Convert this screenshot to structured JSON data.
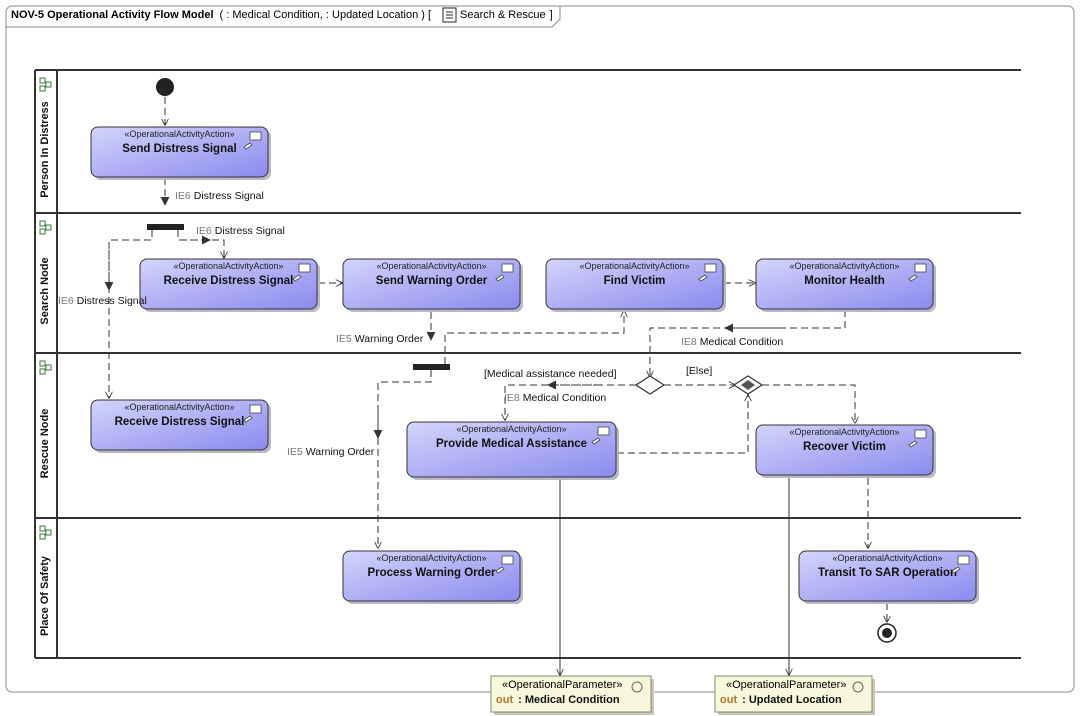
{
  "frame": {
    "title": "NOV-5 Operational Activity Flow Model",
    "parameters": "( : Medical Condition, : Updated Location ) [",
    "context_name": "Search & Rescue",
    "closing": "]"
  },
  "lanes": [
    {
      "name": "Person In Distress"
    },
    {
      "name": "Search Node"
    },
    {
      "name": "Rescue Node"
    },
    {
      "name": "Place Of Safety"
    }
  ],
  "actions": [
    {
      "stereotype": "«OperationalActivityAction»",
      "name": "Send Distress Signal"
    },
    {
      "stereotype": "«OperationalActivityAction»",
      "name": "Receive Distress Signal"
    },
    {
      "stereotype": "«OperationalActivityAction»",
      "name": "Send Warning Order"
    },
    {
      "stereotype": "«OperationalActivityAction»",
      "name": "Find Victim"
    },
    {
      "stereotype": "«OperationalActivityAction»",
      "name": "Monitor Health"
    },
    {
      "stereotype": "«OperationalActivityAction»",
      "name": "Receive Distress Signal"
    },
    {
      "stereotype": "«OperationalActivityAction»",
      "name": "Provide Medical Assistance"
    },
    {
      "stereotype": "«OperationalActivityAction»",
      "name": "Recover Victim"
    },
    {
      "stereotype": "«OperationalActivityAction»",
      "name": "Process Warning Order"
    },
    {
      "stereotype": "«OperationalActivityAction»",
      "name": "Transit To SAR Operation"
    }
  ],
  "flow_labels": [
    {
      "code": "IE6",
      "text": "Distress Signal"
    },
    {
      "code": "IE6",
      "text": "Distress Signal"
    },
    {
      "code": "IE6",
      "text": "Distress Signal"
    },
    {
      "code": "IE5",
      "text": "Warning Order"
    },
    {
      "code": "IE8",
      "text": "Medical Condition"
    },
    {
      "code": "IE8",
      "text": "Medical Condition"
    },
    {
      "code": "IE5",
      "text": "Warning Order"
    }
  ],
  "guards": [
    {
      "text": "[Medical assistance needed]"
    },
    {
      "text": "[Else]"
    }
  ],
  "parameters": [
    {
      "stereotype": "«OperationalParameter»",
      "direction": "out",
      "name": ": Medical Condition"
    },
    {
      "stereotype": "«OperationalParameter»",
      "direction": "out",
      "name": ": Updated Location"
    }
  ],
  "colors": {
    "action_fill_top": "#c8c8f8",
    "action_fill_bottom": "#8c8cf0",
    "parameter_fill": "#f7f7dc",
    "parameter_border": "#8a8a66",
    "line": "#333333"
  }
}
